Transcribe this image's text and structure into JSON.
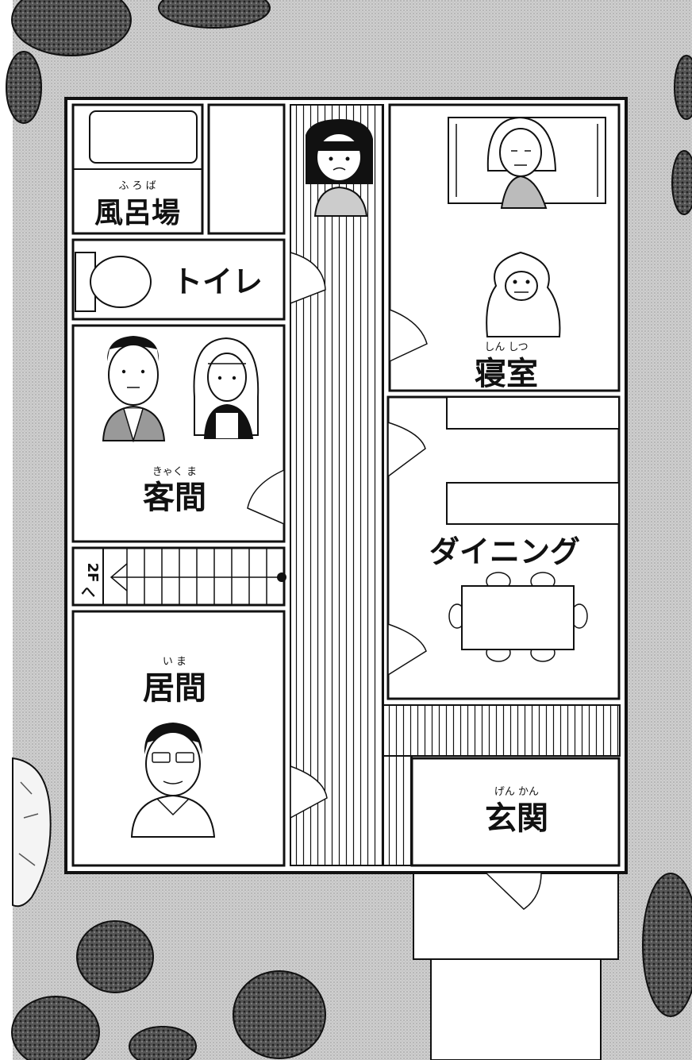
{
  "rooms": {
    "bath": {
      "label": "風呂場",
      "ruby": "ふ ろ ば"
    },
    "toilet": {
      "label": "トイレ"
    },
    "guest_room": {
      "label": "客間",
      "ruby": "きゃく ま"
    },
    "stairs": {
      "label": "2F",
      "arrow": "へ"
    },
    "living": {
      "label": "居間",
      "ruby": "い ま"
    },
    "bedroom": {
      "label": "寝室",
      "ruby": "しん しつ"
    },
    "dining": {
      "label": "ダイニング"
    },
    "entrance": {
      "label": "玄関",
      "ruby": "げん かん"
    }
  },
  "colors": {
    "ground": "#c9c9c9",
    "wall": "#111111",
    "floor": "#ffffff",
    "tree": "#3a3a3a"
  }
}
